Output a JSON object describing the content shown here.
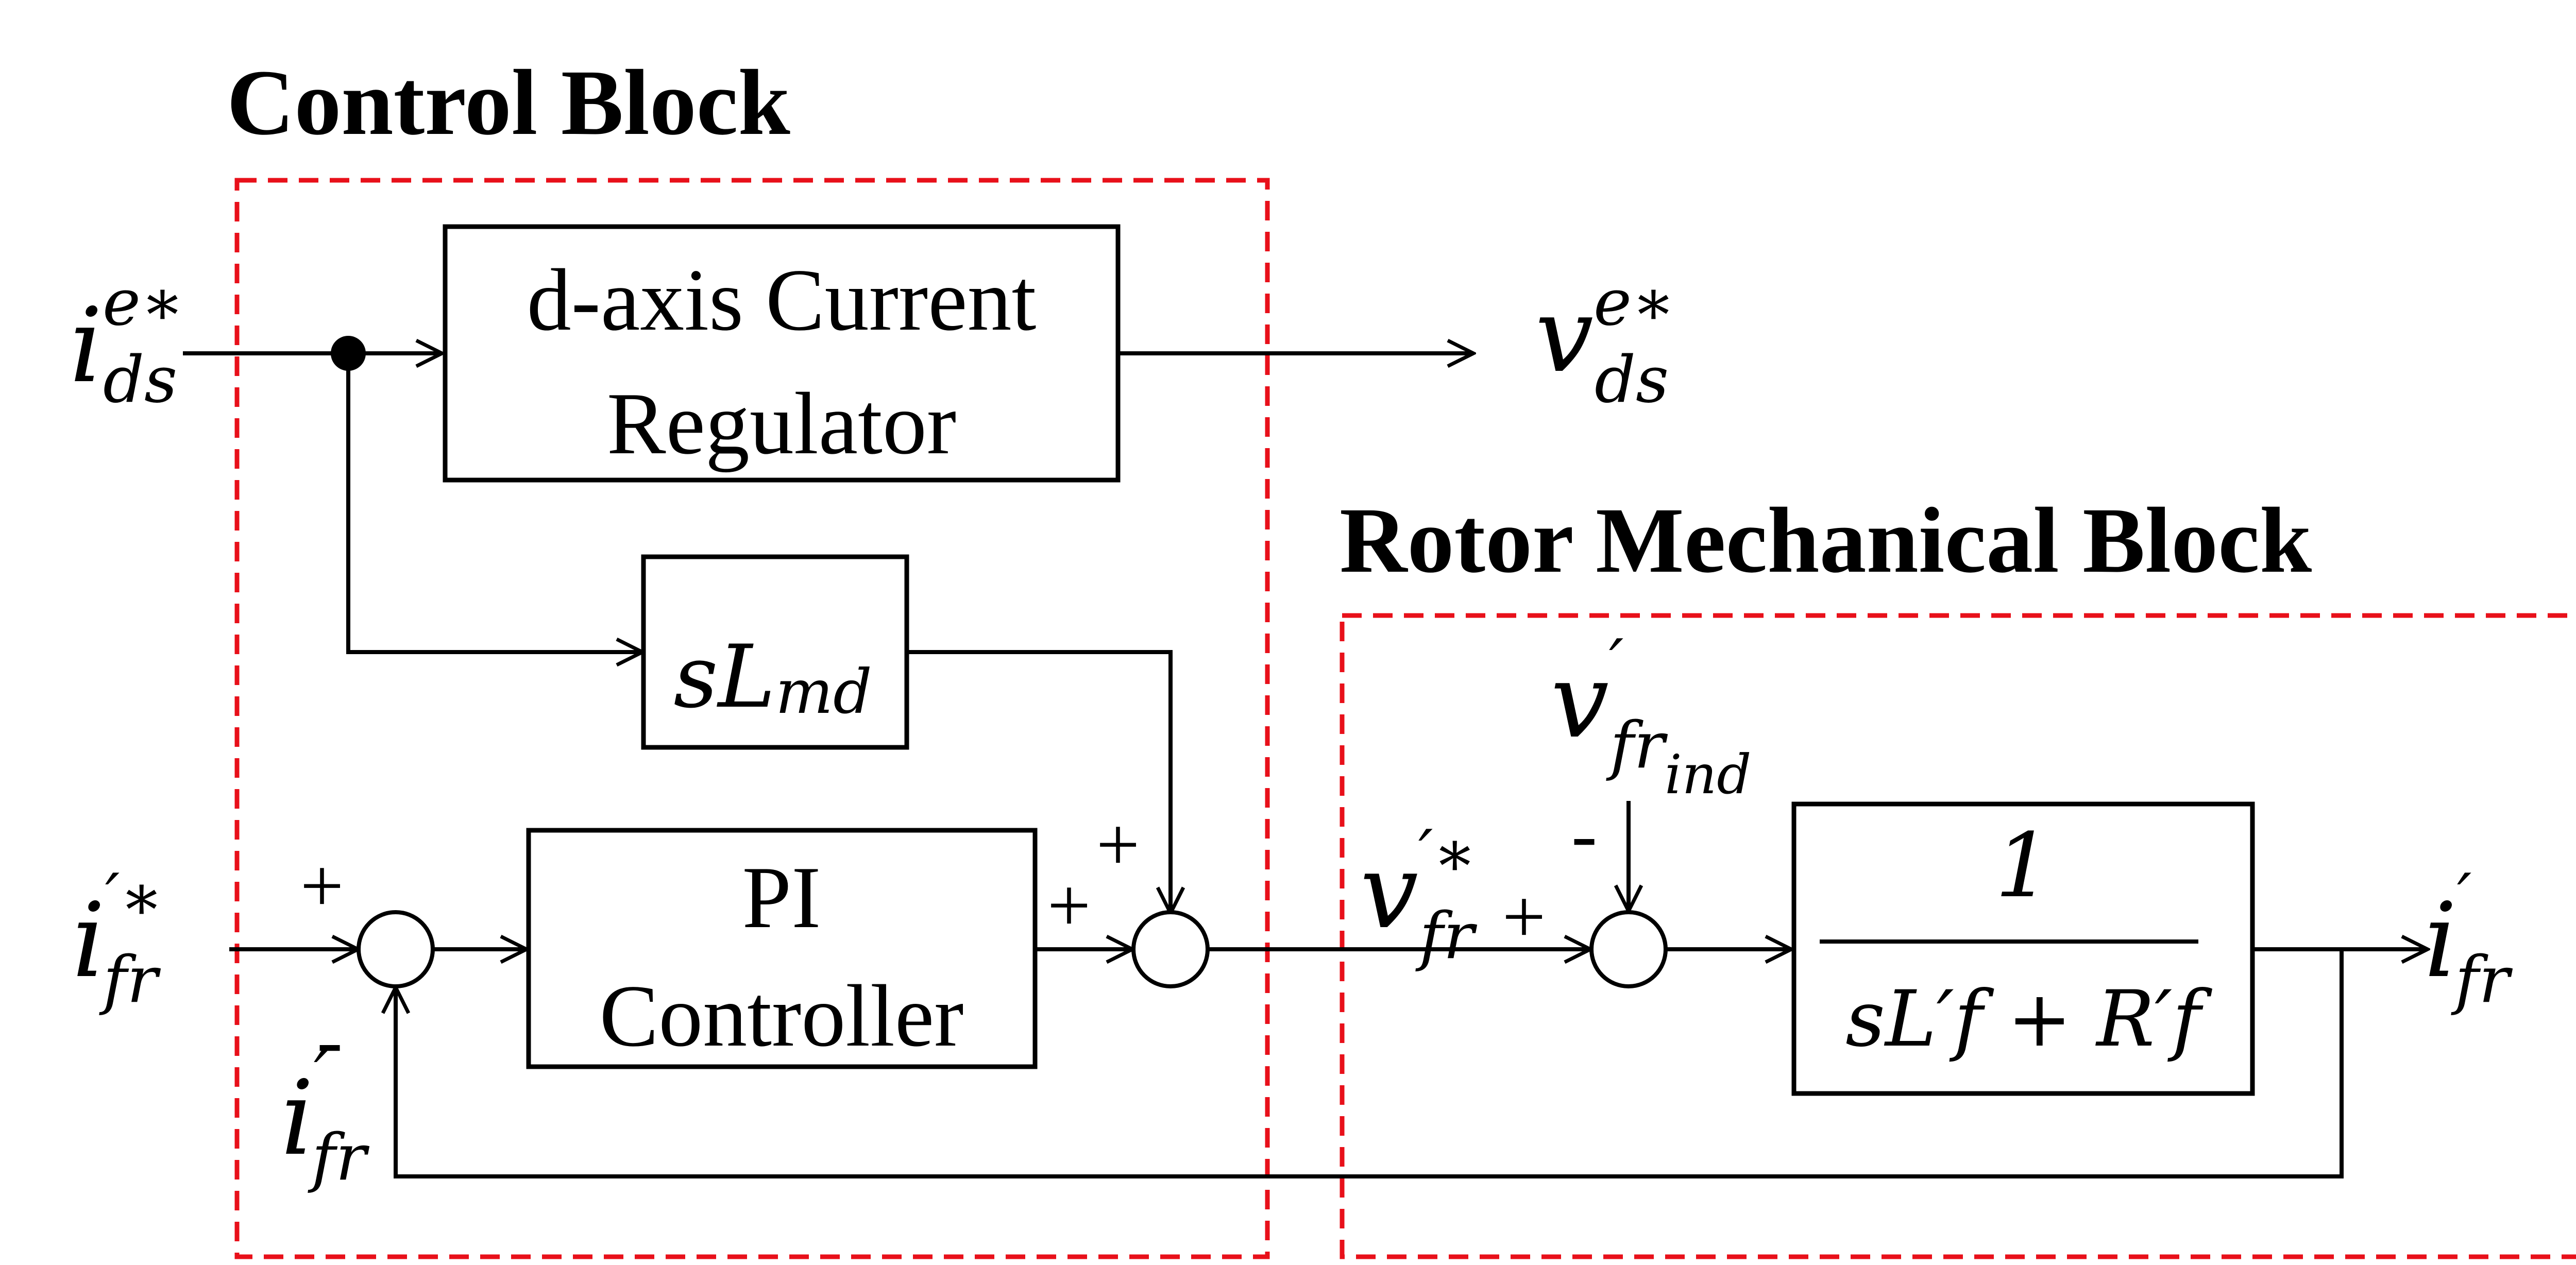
{
  "blocks": {
    "control": {
      "title": "Control Block"
    },
    "rotor": {
      "title": "Rotor Mechanical Block"
    },
    "current_regulator": {
      "line1": "d-axis Current",
      "line2": "Regulator"
    },
    "pi_controller": {
      "line1": "PI",
      "line2": "Controller"
    },
    "inductance_block": {
      "label": "sL",
      "sub": "md"
    },
    "transfer_function": {
      "numerator": "1",
      "denominator": "sL′f + R′f"
    }
  },
  "signals": {
    "i_ds_ref": {
      "base": "i",
      "sup": "e∗",
      "sub": "ds"
    },
    "v_ds_ref": {
      "base": "v",
      "sup": "e∗",
      "sub": "ds"
    },
    "i_fr_ref": {
      "base": "i",
      "sup": "′∗",
      "sub": "fr"
    },
    "i_fr_feedback": {
      "base": "i",
      "sup": "′",
      "sub": "fr"
    },
    "i_fr_out": {
      "base": "i",
      "sup": "′",
      "sub": "fr"
    },
    "v_fr_ref": {
      "base": "v",
      "sup": "′∗",
      "sub": "fr"
    },
    "v_fr_ind": {
      "base": "v",
      "sup": "′",
      "sub": "fr",
      "subsub": "ind"
    }
  },
  "signs": {
    "sum1_plus": "+",
    "sum1_minus": "-",
    "sum2_plus_left": "+",
    "sum2_plus_top": "+",
    "sum3_plus": "+",
    "sum3_minus": "-"
  }
}
